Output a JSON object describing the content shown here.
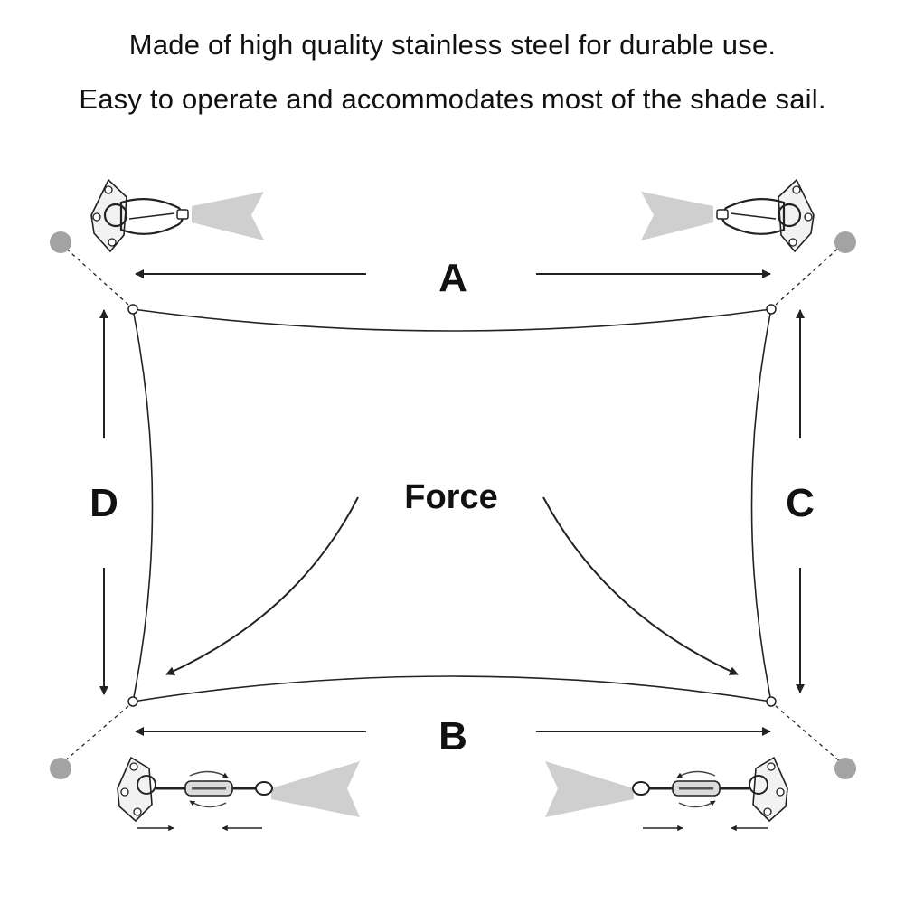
{
  "headline": {
    "line1": "Made of high quality stainless steel for durable use.",
    "line2": "Easy to operate and accommodates most of the shade sail."
  },
  "diagram": {
    "side_labels": {
      "top": "A",
      "bottom": "B",
      "right": "C",
      "left": "D"
    },
    "center_label": "Force",
    "icons": {
      "top_left": "snap-hook-pad-eye-icon",
      "top_right": "snap-hook-pad-eye-icon",
      "bottom_left": "turnbuckle-pad-eye-icon",
      "bottom_right": "turnbuckle-pad-eye-icon"
    }
  },
  "colors": {
    "text": "#111111",
    "line": "#222222",
    "anchor_dot": "#a3a3a3",
    "sail_cone": "#cfcfcf"
  }
}
